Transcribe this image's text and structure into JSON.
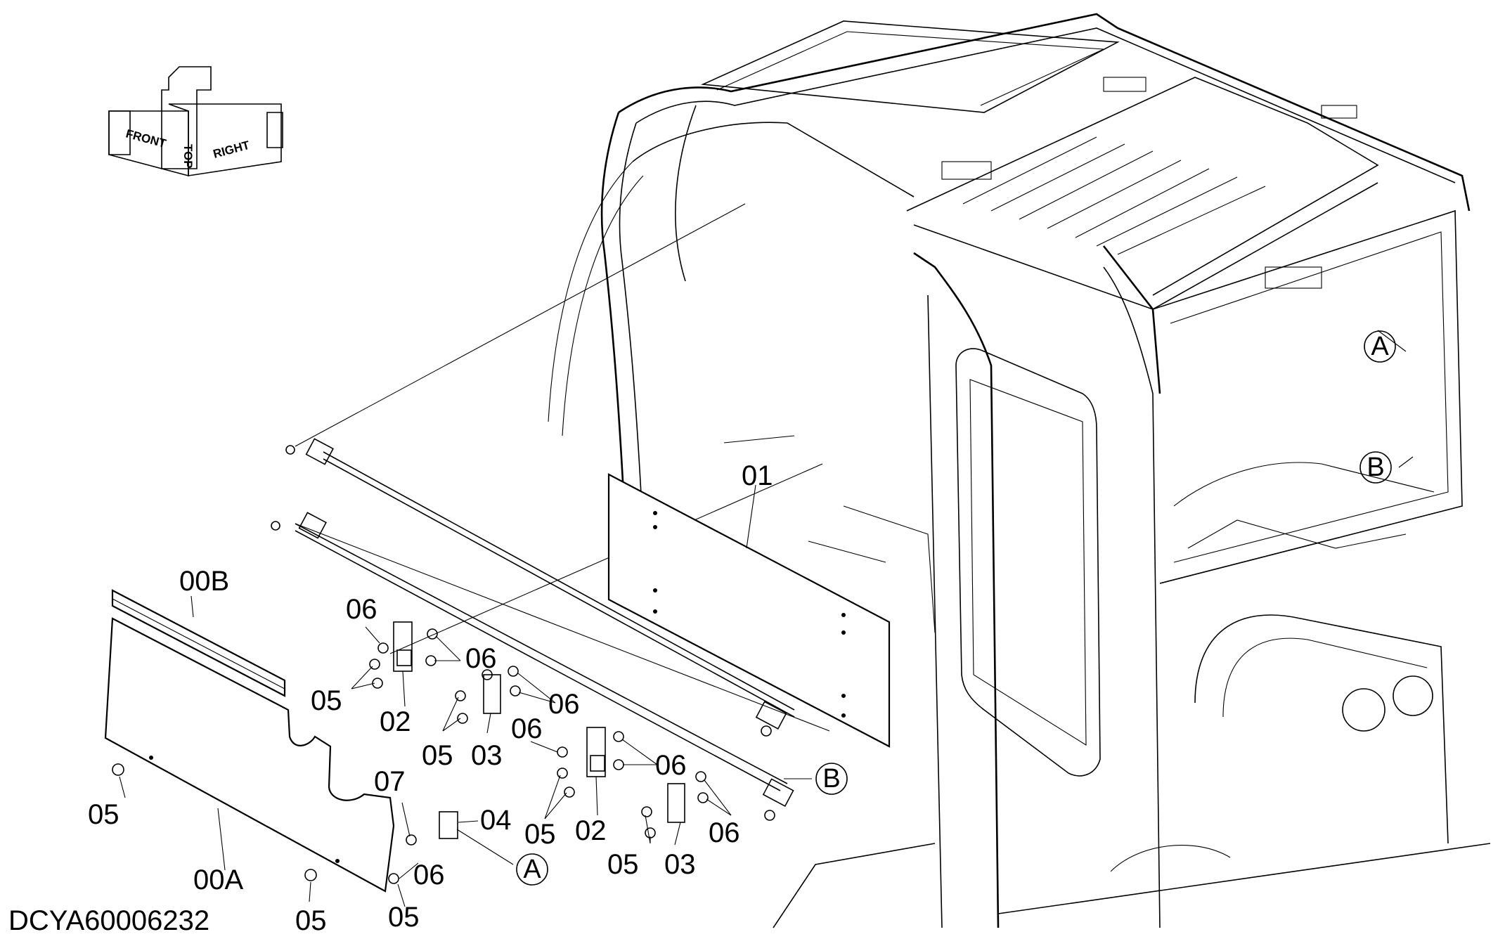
{
  "drawing_code": "DCYA60006232",
  "orientation": {
    "front": "FRONT",
    "top": "TOP",
    "right": "RIGHT"
  },
  "callouts": {
    "p01": "01",
    "p00B": "00B",
    "p00A": "00A",
    "p06_a": "06",
    "p06_b": "06",
    "p06_c": "06",
    "p06_d": "06",
    "p06_e": "06",
    "p06_f": "06",
    "p06_g": "06",
    "p05_a": "05",
    "p05_b": "05",
    "p05_c": "05",
    "p05_d": "05",
    "p05_e": "05",
    "p05_f": "05",
    "p05_g": "05",
    "p02_a": "02",
    "p02_b": "02",
    "p03_a": "03",
    "p03_b": "03",
    "p04": "04",
    "p07": "07"
  },
  "detail_refs": {
    "a_left": "A",
    "b_left": "B",
    "a_right": "A",
    "b_right": "B"
  }
}
